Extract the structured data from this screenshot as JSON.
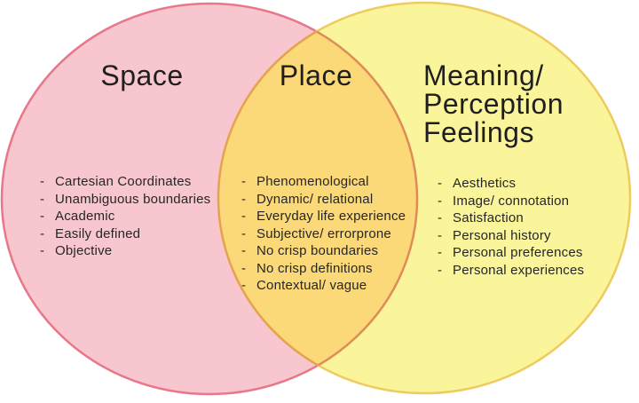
{
  "diagram": {
    "type": "venn",
    "bullet": "-",
    "left": {
      "title": "Space",
      "fill": "#F8C6CF",
      "stroke": "#E77889",
      "items": [
        "Cartesian Coordinates",
        "Unambiguous boundaries",
        "Academic",
        "Easily defined",
        "Objective"
      ]
    },
    "overlap": {
      "title": "Place",
      "fill": "#FBD878",
      "stroke_left_arc": "#E5A24F",
      "stroke_right_arc": "#E08B57",
      "items": [
        "Phenomenological",
        "Dynamic/ relational",
        "Everyday life experience",
        "Subjective/ errorprone",
        "No crisp boundaries",
        "No crisp definitions",
        "Contextual/ vague"
      ]
    },
    "right": {
      "title_lines": [
        "Meaning/",
        "Perception",
        "Feelings"
      ],
      "fill": "#FAF59B",
      "stroke": "#EECB5F",
      "items": [
        "Aesthetics",
        "Image/ connotation",
        "Satisfaction",
        "Personal history",
        "Personal preferences",
        "Personal experiences"
      ]
    }
  }
}
